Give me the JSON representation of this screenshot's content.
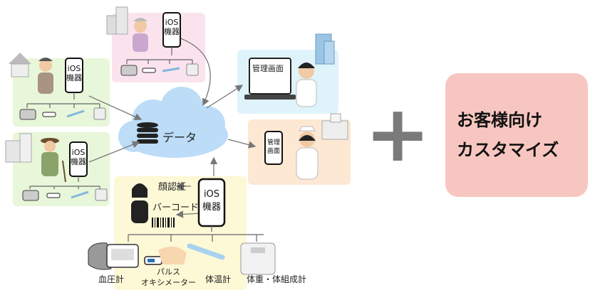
{
  "cloud": {
    "label": "データ"
  },
  "device": {
    "ios_line1": "iOS",
    "ios_line2": "機器"
  },
  "admin": {
    "screen_label": "管理画面",
    "screen_small_line1": "管理",
    "screen_small_line2": "画面"
  },
  "main_panel": {
    "face_auth_label": "顔認証",
    "barcode_label": "バーコード"
  },
  "device_labels": {
    "blood_pressure": "血圧計",
    "pulse_oximeter_line1": "パルス",
    "pulse_oximeter_line2": "オキシメーター",
    "thermometer": "体温計",
    "scale": "体重・体組成計"
  },
  "plus_symbol": "+",
  "cta": {
    "line1": "お客様向け",
    "line2": "カスタマイズ"
  },
  "colors": {
    "pink_panel": "#fbe3ee",
    "green_panel": "#e8f6d9",
    "cyan_panel": "#dff3fa",
    "peach_panel": "#fde8d3",
    "yellow_panel": "#fdf8d6",
    "cloud": "#bcdcf7",
    "cta": "#f8c6c0",
    "plus": "#7a7a7a"
  }
}
